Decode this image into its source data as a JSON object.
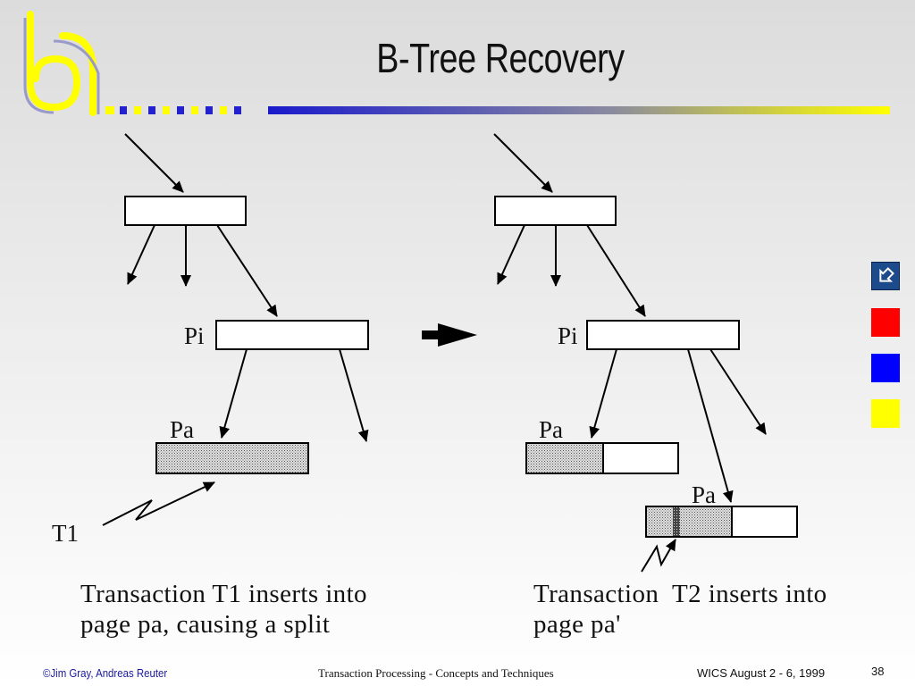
{
  "slide": {
    "title": "B-Tree Recovery",
    "caption_left": [
      "Transaction T1 inserts into",
      "page pa, causing a split"
    ],
    "caption_right": [
      "Transaction  T2 inserts into",
      "page pa'"
    ]
  },
  "diagram": {
    "left": {
      "label_pi": "Pi",
      "label_pa": "Pa",
      "label_t1": "T1"
    },
    "right": {
      "label_pi": "Pi",
      "label_pa": "Pa",
      "label_pa_prime": "Pa"
    }
  },
  "footer": {
    "authors": "©Jim Gray, Andreas Reuter",
    "course": "Transaction Processing - Concepts and Techniques",
    "event": "WICS August 2 - 6, 1999",
    "page": "38"
  },
  "nav": {
    "icon": "arrow-nav-icon",
    "colors": [
      "#ff0000",
      "#0000ff",
      "#ffff00"
    ]
  }
}
